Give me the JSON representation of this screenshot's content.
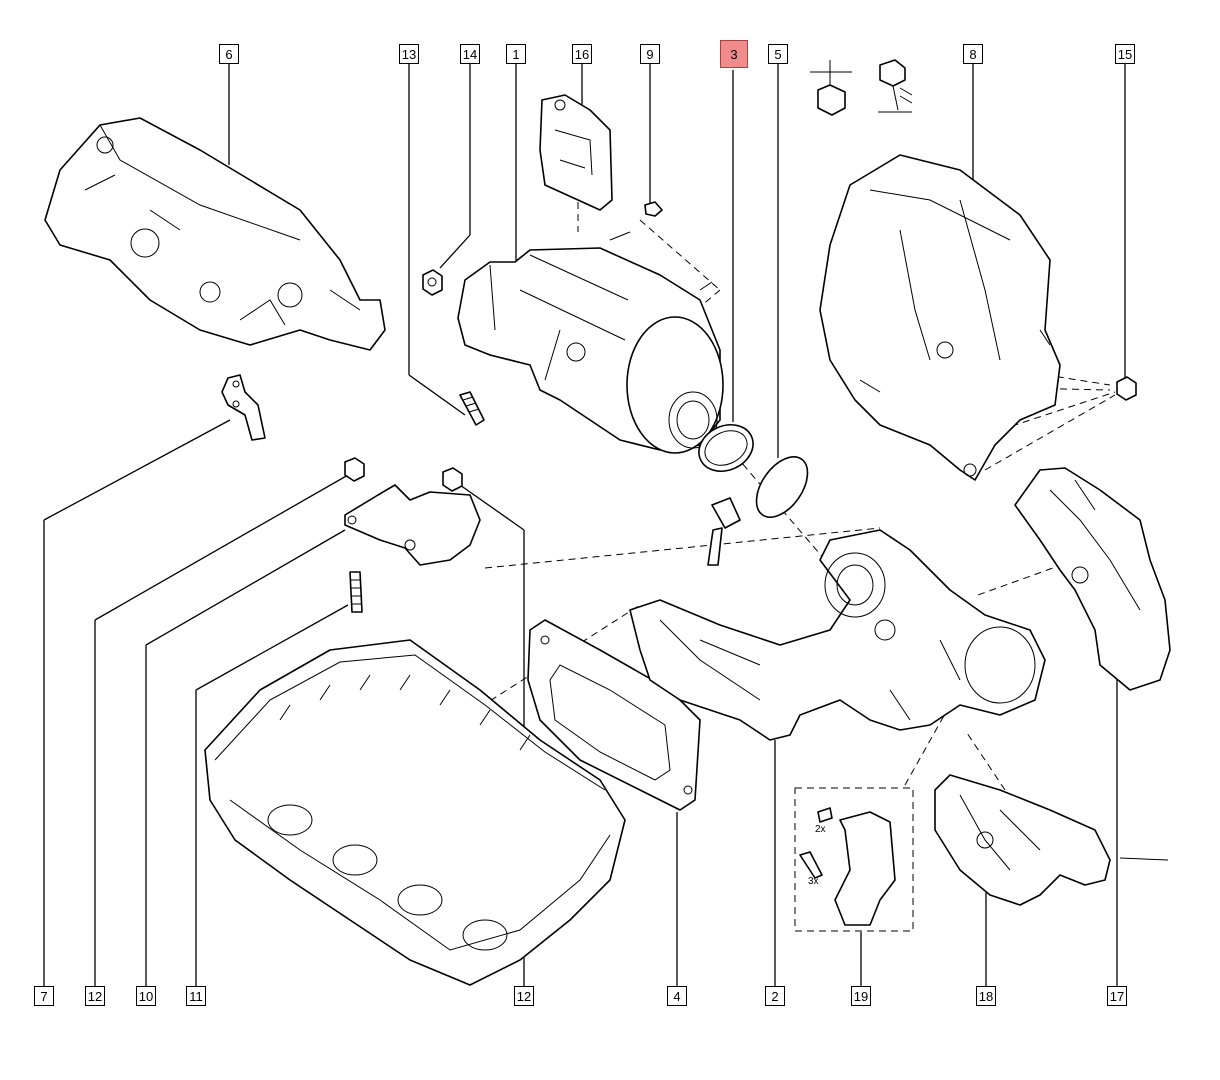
{
  "callouts": {
    "c6": "6",
    "c13": "13",
    "c14": "14",
    "c1": "1",
    "c16": "16",
    "c9": "9",
    "c3": "3",
    "c5": "5",
    "c8": "8",
    "c15": "15",
    "b7": "7",
    "b12a": "12",
    "b10": "10",
    "b11": "11",
    "b12b": "12",
    "b4": "4",
    "b2": "2",
    "b19": "19",
    "b18": "18",
    "b17": "17"
  },
  "notes": {
    "qty_clip": "2x",
    "qty_screw": "3x"
  },
  "colors": {
    "highlight": "#f08c8c",
    "line": "#000000"
  }
}
